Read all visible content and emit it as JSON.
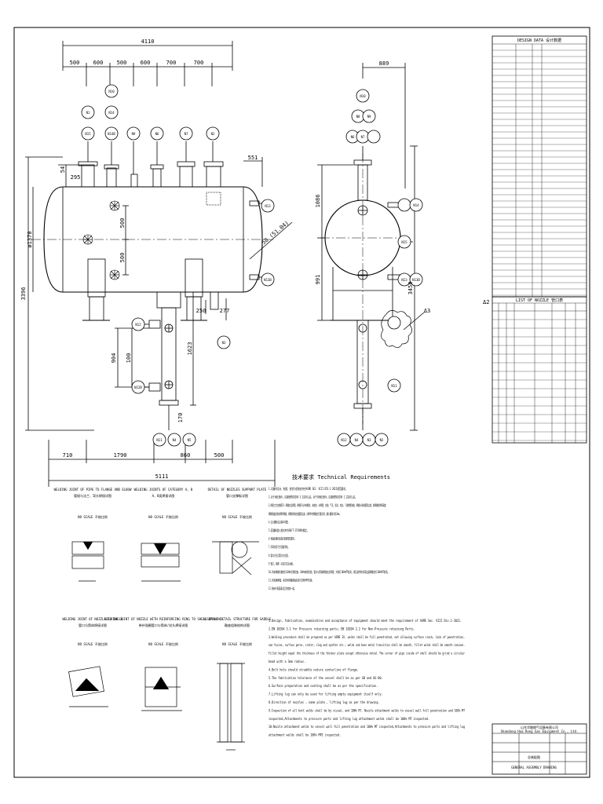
{
  "drawing": {
    "title_top_dim": "4110",
    "segment_dims": [
      "500",
      "600",
      "500",
      "600",
      "700",
      "700"
    ],
    "side_dim_top": "889",
    "right_small_dim": "551",
    "dim_295": "295",
    "dim_54": "54",
    "dim_1370": "ø1370",
    "dim_3396": "3396",
    "dim_500a": "500",
    "dim_500b": "500",
    "dim_1086": "1086",
    "dim_991": "991",
    "dim_3450": "3450",
    "dim_250": "250",
    "dim_277": "277",
    "dim_904": "904",
    "dim_100": "100",
    "dim_1623": "1623",
    "dim_170": "170",
    "bottom_dims": [
      "710",
      "1790",
      "860",
      "500"
    ],
    "overall_length": "5111",
    "angle_label": "58 (51.04)",
    "delta3": "Δ3",
    "nozzles_front": [
      "N1",
      "N15",
      "N10",
      "N14",
      "N14B",
      "N9",
      "N6",
      "N7",
      "N2",
      "N13",
      "N13B",
      "N3",
      "N12",
      "N12B",
      "N11",
      "N4",
      "N5"
    ],
    "nozzles_side": [
      "N10",
      "N8",
      "N9",
      "N6",
      "N7",
      "N15",
      "N14",
      "N13",
      "N13B",
      "N11",
      "N12",
      "N4",
      "N3",
      "N2"
    ]
  },
  "details": [
    {
      "title": "WELDING JOINT OF PIPE TO FLANGE AND ELBOW",
      "title_cn": "管接与法兰、弯头焊接详图",
      "scale": "NO SCALE 不按比例"
    },
    {
      "title": "WELDING JOINTS OF CATEGORY A, B",
      "title_cn": "A、B类焊接详图",
      "scale": "NO SCALE 不按比例"
    },
    {
      "title": "DETAIL OF NOZZLES SUPPORT PLATE",
      "title_cn": "管口支撑板详图",
      "scale": "NO SCALE 不按比例"
    },
    {
      "title": "WELDING JOINT OF NOZZLE TO SHELL",
      "title_cn": "管口与筒体焊接详图",
      "scale": "NO SCALE 不按比例"
    },
    {
      "title": "WELDING JOINT OF NOZZLE WITH REINFORCING RING TO SHELL OR HEAD",
      "title_cn": "带补强圈管口与筒体/封头焊接详图",
      "scale": "NO SCALE 不按比例"
    },
    {
      "title": "ASSEMBLY DETAIL STRUCTURE FOR SADDLE",
      "title_cn": "鞍座组装结构详图",
      "scale": "NO SCALE 不按比例"
    }
  ],
  "requirements": {
    "heading": "技术要求 Technical Requirements",
    "cn_lines": [
      "1.设备的设计、制造、检验与验收应符合ASME SEC. VIII DIV.1-2021规范要求。",
      "2.对于承压部件，应按照EN10204 3.1进行认证。对于非承压部件，应按照EN10204 2.2进行认证。",
      "3.焊接工艺应按照IX，焊缝应全焊透，焊缝不允许有裂纹、未熔合、未焊透、夹渣、气孔、弧坑、咬边、飞溅物等缺陷，焊缝与母材圆滑过渡，角焊缝的焊角高度",
      "焊脚高度应取较薄件厚度，焊缝转角处应圆滑过渡，对焊件的焊缝应打磨光滑，最小圆角半径3mm。",
      "4.法兰螺栓孔应跨中布置。",
      "5.容器制造公差应符合GB/T-25198的规定。",
      "6.表面处理和涂漆应按照规范要求。",
      "7.吊耳仅用于空设备吊装。",
      "8.管口方位见管口方位图。",
      "9.管口、铭牌、吊耳方位见本图。",
      "10.所有焊缝均需进行100%目视检查，100%射线检测。管口与筒体焊缝应全焊透，并进行100%MT检测，承压部件和吊耳连接焊缝进行100%MT检测。",
      "11.所有角焊缝、承压件焊缝表面应进行100%MT检测。",
      "12.所有外表面清洁后涂底漆一道。"
    ],
    "en_lines": [
      "1.Design, fabrication, examination and acceptance of equipment should meet the requirement of ASME Sec. VIII Div.1-2021.",
      "2.EN 10204 3.1 for Pressure retaining parts; EN 10204 2.2 for Non-Pressure retaining Parts.",
      "3.Welding procedure shall be prepared as per ASME IX. welds shall be full penetrated, not allowing surface crack, lack of penetration,",
      "non-fusion, surface pores, crater, slag and spatter etc.; welds and base metal transition shall be smooth, fillet welds shall be smooth concave.",
      "Fillet height equal the thickness of the thinner plate except otherwise noted. The corner of pipe inside of shell should be grind a circular",
      "bead with a 3mm radius.",
      "4.Bolt hole should straddle nature centerline of flange.",
      "5.The fabrication tolerance of the vessel shall be as per GB and UG-80.",
      "6.Surface preparation and coating shall be as per the specification.",
      "7.Lifting lug can only be used for lifting empty equipment itself only.",
      "8.Direction of nozzles , name plate , lifting lug as per the drawing.",
      "9.Inspection of all butt welds shall be by visual, and 100% RT. Nozzle attachment welds to vessel wall full penetration and 100% MT",
      "inspected,Attachments to pressure parts and lifting lug attachment welds shall be 100% MT inspected.",
      "10.Nozzle attachment welds to vessel wall full penetration and 100% MT inspected,Attachments to pressure parts and lifting lug",
      "attachment welds shall be 100% MPI inspected."
    ]
  },
  "design_data": {
    "heading": "DESIGN DATA 设计数据",
    "list_heading": "LIST OF NOZZLE 管口表"
  },
  "title_block": {
    "company_cn": "山东华融燃气设备有限公司",
    "company_en": "Shandong Hua Rong Gas Equipment Co., Ltd.",
    "drawing_name_cn": "总装配图",
    "drawing_name_en": "GENERAL ASSEMBLY DRAWING",
    "rev": "Δ2"
  },
  "colors": {
    "line": "#000000",
    "paper": "#ffffff",
    "border": "#000000"
  }
}
